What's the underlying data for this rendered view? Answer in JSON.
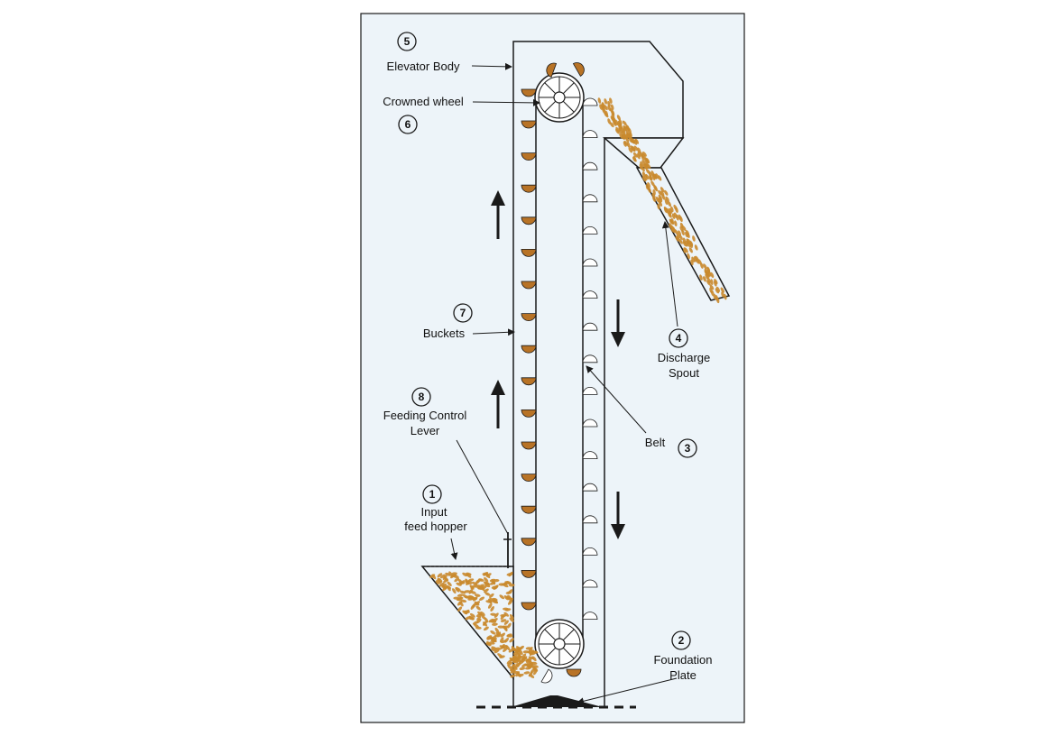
{
  "colors": {
    "panel_background": "#edf4f9",
    "outline": "#1a1a1a",
    "grain": "#c98a2e",
    "bucket_fill": "#b87326",
    "bucket_empty": "#ffffff"
  },
  "diagram": {
    "parts": [
      {
        "number": "5",
        "lines": [
          "Elevator Body"
        ]
      },
      {
        "number": "6",
        "lines": [
          "Crowned wheel"
        ]
      },
      {
        "number": "7",
        "lines": [
          "Buckets"
        ]
      },
      {
        "number": "8",
        "lines": [
          "Feeding Control",
          "Lever"
        ]
      },
      {
        "number": "1",
        "lines": [
          "Input",
          "feed hopper"
        ]
      },
      {
        "number": "4",
        "lines": [
          "Discharge",
          "Spout"
        ]
      },
      {
        "number": "3",
        "lines": [
          "Belt"
        ]
      },
      {
        "number": "2",
        "lines": [
          "Foundation",
          "Plate"
        ]
      }
    ],
    "motion_icons": [
      "up-arrow-icon",
      "down-arrow-icon"
    ]
  }
}
